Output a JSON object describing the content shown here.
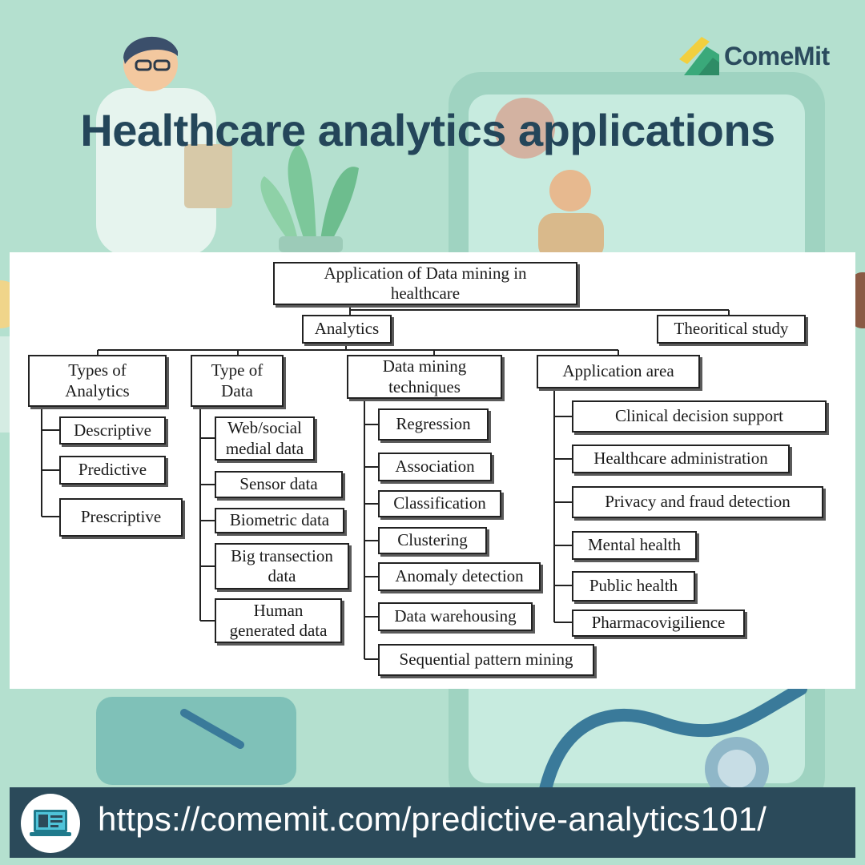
{
  "brand": {
    "name": "ComeMit",
    "colors": {
      "green": "#3aa97a",
      "yellow": "#f2cf3e",
      "navy": "#2b4b5e"
    }
  },
  "header": {
    "title": "Healthcare analytics applications"
  },
  "diagram": {
    "root": "Application of Data mining in\nhealthcare",
    "analytics": "Analytics",
    "theoretical": "Theoritical study",
    "categories": [
      {
        "label": "Types of\nAnalytics",
        "items": [
          "Descriptive",
          "Predictive",
          "Prescriptive"
        ]
      },
      {
        "label": "Type of\nData",
        "items": [
          "Web/social\nmedial data",
          "Sensor data",
          "Biometric data",
          "Big transection\ndata",
          "Human\ngenerated data"
        ]
      },
      {
        "label": "Data mining\ntechniques",
        "items": [
          "Regression",
          "Association",
          "Classification",
          "Clustering",
          "Anomaly detection",
          "Data warehousing",
          "Sequential pattern mining"
        ]
      },
      {
        "label": "Application area",
        "items": [
          "Clinical decision support",
          "Healthcare administration",
          "Privacy and fraud detection",
          "Mental health",
          "Public health",
          "Pharmacovigilience"
        ]
      }
    ]
  },
  "footer": {
    "url": "https://comemit.com/predictive-analytics101/",
    "icon": "laptop-icon"
  }
}
